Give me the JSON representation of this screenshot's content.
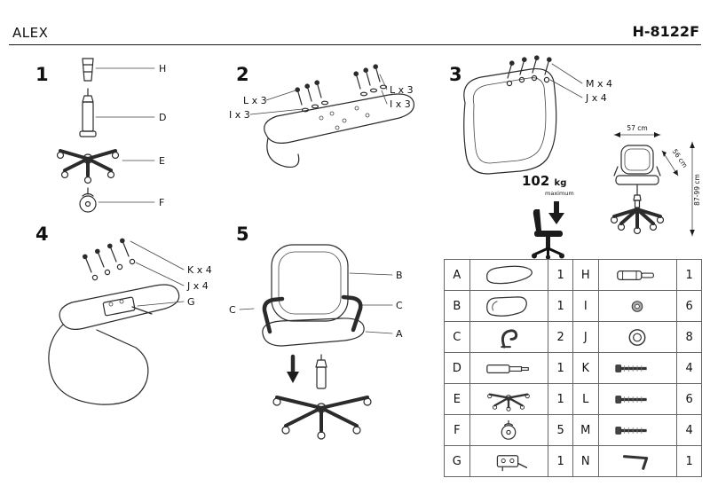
{
  "header": {
    "title": "ALEX",
    "model": "H-8122F"
  },
  "steps": {
    "s1": {
      "number": "1",
      "labels": {
        "h": "H",
        "d": "D",
        "e": "E",
        "f": "F"
      }
    },
    "s2": {
      "number": "2",
      "labels": {
        "left_l": "L x 3",
        "left_i": "I x 3",
        "right_l": "L x 3",
        "right_i": "I x 3"
      }
    },
    "s3": {
      "number": "3",
      "labels": {
        "m": "M x 4",
        "j": "J x 4"
      }
    },
    "s4": {
      "number": "4",
      "labels": {
        "k": "K x 4",
        "j": "J x 4",
        "g": "G"
      }
    },
    "s5": {
      "number": "5",
      "labels": {
        "b": "B",
        "c_left": "C",
        "c_right": "C",
        "a": "A"
      }
    }
  },
  "dimensions": {
    "width": "57 cm",
    "depth": "56 cm",
    "height": "87-99 cm"
  },
  "weight": {
    "value": "102",
    "unit": "kg",
    "note": "maximum"
  },
  "parts_table": {
    "rows": [
      {
        "l_letter": "A",
        "l_icon": "seat-icon",
        "l_qty": "1",
        "r_letter": "H",
        "r_icon": "tube-icon",
        "r_qty": "1"
      },
      {
        "l_letter": "B",
        "l_icon": "backrest-icon",
        "l_qty": "1",
        "r_letter": "I",
        "r_icon": "washer-icon",
        "r_qty": "6"
      },
      {
        "l_letter": "C",
        "l_icon": "armrest-icon",
        "l_qty": "2",
        "r_letter": "J",
        "r_icon": "ring-icon",
        "r_qty": "8"
      },
      {
        "l_letter": "D",
        "l_icon": "gas-lift-icon",
        "l_qty": "1",
        "r_letter": "K",
        "r_icon": "screw-icon",
        "r_qty": "4"
      },
      {
        "l_letter": "E",
        "l_icon": "base-icon",
        "l_qty": "1",
        "r_letter": "L",
        "r_icon": "screw-icon",
        "r_qty": "6"
      },
      {
        "l_letter": "F",
        "l_icon": "caster-icon",
        "l_qty": "5",
        "r_letter": "M",
        "r_icon": "screw-icon",
        "r_qty": "4"
      },
      {
        "l_letter": "G",
        "l_icon": "mechanism-icon",
        "l_qty": "1",
        "r_letter": "N",
        "r_icon": "allen-key-icon",
        "r_qty": "1"
      }
    ]
  }
}
